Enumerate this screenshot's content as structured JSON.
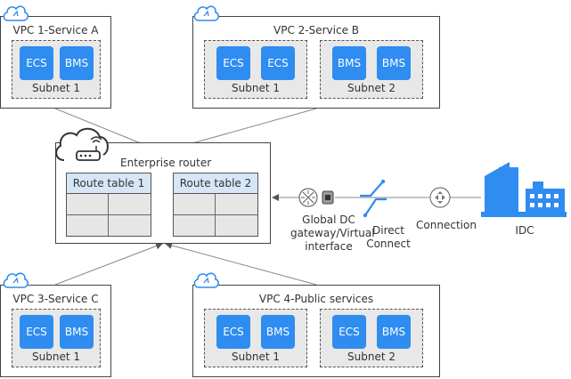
{
  "vpc1": {
    "title": "VPC 1-Service A",
    "subnets": [
      {
        "label": "Subnet 1",
        "resources": [
          "ECS",
          "BMS"
        ]
      }
    ]
  },
  "vpc2": {
    "title": "VPC 2-Service B",
    "subnets": [
      {
        "label": "Subnet 1",
        "resources": [
          "ECS",
          "ECS"
        ]
      },
      {
        "label": "Subnet 2",
        "resources": [
          "BMS",
          "BMS"
        ]
      }
    ]
  },
  "vpc3": {
    "title": "VPC 3-Service C",
    "subnets": [
      {
        "label": "Subnet 1",
        "resources": [
          "ECS",
          "BMS"
        ]
      }
    ]
  },
  "vpc4": {
    "title": "VPC 4-Public services",
    "subnets": [
      {
        "label": "Subnet 1",
        "resources": [
          "ECS",
          "BMS"
        ]
      },
      {
        "label": "Subnet 2",
        "resources": [
          "ECS",
          "BMS"
        ]
      }
    ]
  },
  "enterprise_router": {
    "title": "Enterprise router",
    "route_tables": [
      "Route table 1",
      "Route table 2"
    ]
  },
  "global_dc": {
    "line1": "Global DC",
    "line2": "gateway/Virtual",
    "line3": "interface"
  },
  "direct_connect": {
    "line1": "Direct",
    "line2": "Connect"
  },
  "connection": {
    "label": "Connection"
  },
  "idc": {
    "label": "IDC"
  },
  "colors": {
    "accent": "#2f8cf0",
    "subnet_bg": "#e8e8e8",
    "route_head": "#d6e6f7"
  },
  "icons": [
    "cloud-icon",
    "router-icon",
    "gateway-icon",
    "direct-connect-icon",
    "connection-icon",
    "idc-building-icon"
  ]
}
